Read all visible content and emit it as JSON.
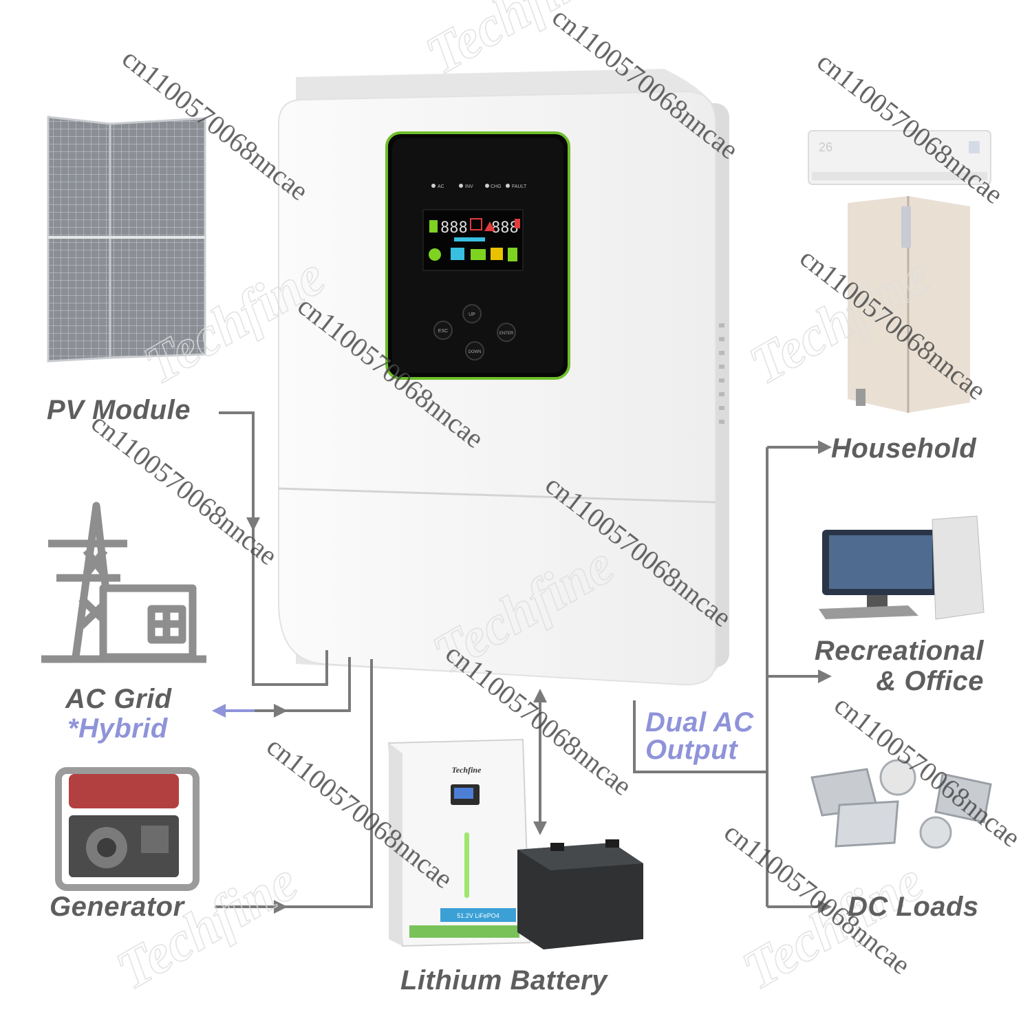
{
  "inputs": {
    "pv_module": "PV Module",
    "ac_grid": "AC Grid",
    "hybrid": "*Hybrid",
    "generator": "Generator"
  },
  "storage": {
    "lithium_battery": "Lithium Battery",
    "battery_brand": "Techfine",
    "battery_spec": "51.2V LiFePO4",
    "battery_type": "LITHIUM BATTERY"
  },
  "output": {
    "dual_ac_line1": "Dual AC",
    "dual_ac_line2": "Output"
  },
  "loads": {
    "household": "Household",
    "recreational_line1": "Recreational",
    "recreational_line2": "& Office",
    "dc_loads": "DC Loads"
  },
  "inverter": {
    "indicators": [
      "AC",
      "INV",
      "CHG",
      "FAULT"
    ],
    "buttons": {
      "up": "UP",
      "esc": "ESC",
      "enter": "ENTER",
      "down": "DOWN"
    },
    "lcd_left": "888",
    "lcd_right": "888"
  },
  "appliances": {
    "ac_temperature": "26"
  },
  "watermark": {
    "brand": "Techfine",
    "code": "cn1100570068nncae"
  },
  "colors": {
    "label_gray": "#5e5e5e",
    "accent_blue": "#8f93d9",
    "line_gray": "#7a7a7a",
    "display_green": "#7ed321"
  }
}
